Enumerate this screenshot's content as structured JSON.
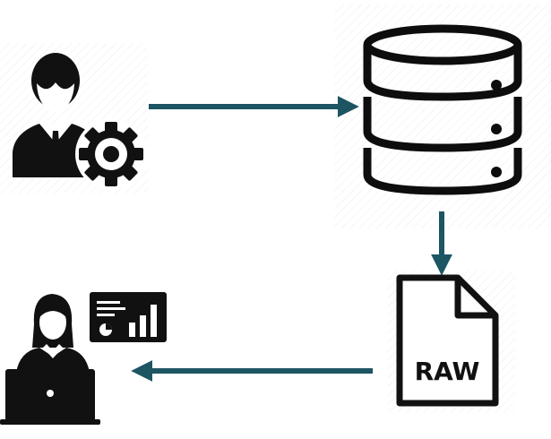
{
  "diagram": {
    "nodes": [
      {
        "id": "admin",
        "icon": "admin-user-gear-icon"
      },
      {
        "id": "database",
        "icon": "database-icon"
      },
      {
        "id": "raw_file",
        "icon": "raw-file-icon",
        "label": "RAW"
      },
      {
        "id": "analyst",
        "icon": "analyst-laptop-icon"
      },
      {
        "id": "dashboard",
        "icon": "dashboard-chart-icon"
      }
    ],
    "edges": [
      {
        "from": "admin",
        "to": "database"
      },
      {
        "from": "database",
        "to": "raw_file"
      },
      {
        "from": "raw_file",
        "to": "analyst"
      }
    ],
    "colors": {
      "arrow": "#1d5563",
      "icon": "#0d0d0d"
    }
  }
}
